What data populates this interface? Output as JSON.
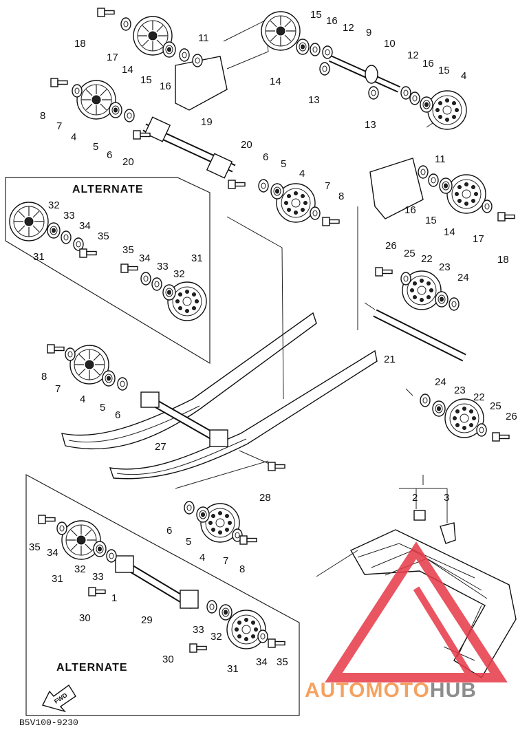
{
  "diagram": {
    "alternate_top_label": "ALTERNATE",
    "alternate_bottom_label": "ALTERNATE",
    "diagram_code": "B5V100-9230",
    "fwd_label": "FWD",
    "part_labels": [
      {
        "id": "p18a",
        "text": "18"
      },
      {
        "id": "p17a",
        "text": "17"
      },
      {
        "id": "p14a",
        "text": "14"
      },
      {
        "id": "p15a",
        "text": "15"
      },
      {
        "id": "p16a",
        "text": "16"
      },
      {
        "id": "p11a",
        "text": "11"
      },
      {
        "id": "p14b",
        "text": "14"
      },
      {
        "id": "p15b",
        "text": "15"
      },
      {
        "id": "p16b",
        "text": "16"
      },
      {
        "id": "p12a",
        "text": "12"
      },
      {
        "id": "p9",
        "text": "9"
      },
      {
        "id": "p10",
        "text": "10"
      },
      {
        "id": "p12b",
        "text": "12"
      },
      {
        "id": "p16c",
        "text": "16"
      },
      {
        "id": "p15c",
        "text": "15"
      },
      {
        "id": "p4a",
        "text": "4"
      },
      {
        "id": "p13a",
        "text": "13"
      },
      {
        "id": "p13b",
        "text": "13"
      },
      {
        "id": "p8a",
        "text": "8"
      },
      {
        "id": "p7a",
        "text": "7"
      },
      {
        "id": "p4b",
        "text": "4"
      },
      {
        "id": "p5a",
        "text": "5"
      },
      {
        "id": "p6a",
        "text": "6"
      },
      {
        "id": "p19",
        "text": "19"
      },
      {
        "id": "p20a",
        "text": "20"
      },
      {
        "id": "p20b",
        "text": "20"
      },
      {
        "id": "p6b",
        "text": "6"
      },
      {
        "id": "p5b",
        "text": "5"
      },
      {
        "id": "p4c",
        "text": "4"
      },
      {
        "id": "p7b",
        "text": "7"
      },
      {
        "id": "p8b",
        "text": "8"
      },
      {
        "id": "p11b",
        "text": "11"
      },
      {
        "id": "p16d",
        "text": "16"
      },
      {
        "id": "p15d",
        "text": "15"
      },
      {
        "id": "p14c",
        "text": "14"
      },
      {
        "id": "p17b",
        "text": "17"
      },
      {
        "id": "p18b",
        "text": "18"
      },
      {
        "id": "p32a",
        "text": "32"
      },
      {
        "id": "p33a",
        "text": "33"
      },
      {
        "id": "p34a",
        "text": "34"
      },
      {
        "id": "p35a",
        "text": "35"
      },
      {
        "id": "p31a",
        "text": "31"
      },
      {
        "id": "p35b",
        "text": "35"
      },
      {
        "id": "p34b",
        "text": "34"
      },
      {
        "id": "p33b",
        "text": "33"
      },
      {
        "id": "p32b",
        "text": "32"
      },
      {
        "id": "p31b",
        "text": "31"
      },
      {
        "id": "p26a",
        "text": "26"
      },
      {
        "id": "p25a",
        "text": "25"
      },
      {
        "id": "p22a",
        "text": "22"
      },
      {
        "id": "p23a",
        "text": "23"
      },
      {
        "id": "p24a",
        "text": "24"
      },
      {
        "id": "p21",
        "text": "21"
      },
      {
        "id": "p8c",
        "text": "8"
      },
      {
        "id": "p7c",
        "text": "7"
      },
      {
        "id": "p4d",
        "text": "4"
      },
      {
        "id": "p5c",
        "text": "5"
      },
      {
        "id": "p6c",
        "text": "6"
      },
      {
        "id": "p24b",
        "text": "24"
      },
      {
        "id": "p23b",
        "text": "23"
      },
      {
        "id": "p22b",
        "text": "22"
      },
      {
        "id": "p25b",
        "text": "25"
      },
      {
        "id": "p26b",
        "text": "26"
      },
      {
        "id": "p27",
        "text": "27"
      },
      {
        "id": "p28",
        "text": "28"
      },
      {
        "id": "p2",
        "text": "2"
      },
      {
        "id": "p3",
        "text": "3"
      },
      {
        "id": "p6d",
        "text": "6"
      },
      {
        "id": "p5d",
        "text": "5"
      },
      {
        "id": "p4e",
        "text": "4"
      },
      {
        "id": "p7d",
        "text": "7"
      },
      {
        "id": "p8d",
        "text": "8"
      },
      {
        "id": "p35c",
        "text": "35"
      },
      {
        "id": "p34c",
        "text": "34"
      },
      {
        "id": "p31c",
        "text": "31"
      },
      {
        "id": "p32c",
        "text": "32"
      },
      {
        "id": "p33c",
        "text": "33"
      },
      {
        "id": "p1",
        "text": "1"
      },
      {
        "id": "p30a",
        "text": "30"
      },
      {
        "id": "p29",
        "text": "29"
      },
      {
        "id": "p33d",
        "text": "33"
      },
      {
        "id": "p32d",
        "text": "32"
      },
      {
        "id": "p30b",
        "text": "30"
      },
      {
        "id": "p31d",
        "text": "31"
      },
      {
        "id": "p34d",
        "text": "34"
      },
      {
        "id": "p35d",
        "text": "35"
      }
    ]
  },
  "watermark": {
    "part1": "AUTOMOTO",
    "part2": "HUB"
  },
  "colors": {
    "watermark_red": "#e63946",
    "watermark_orange": "#f4a261",
    "watermark_gray": "#8d8d8d",
    "ink": "#111111"
  }
}
